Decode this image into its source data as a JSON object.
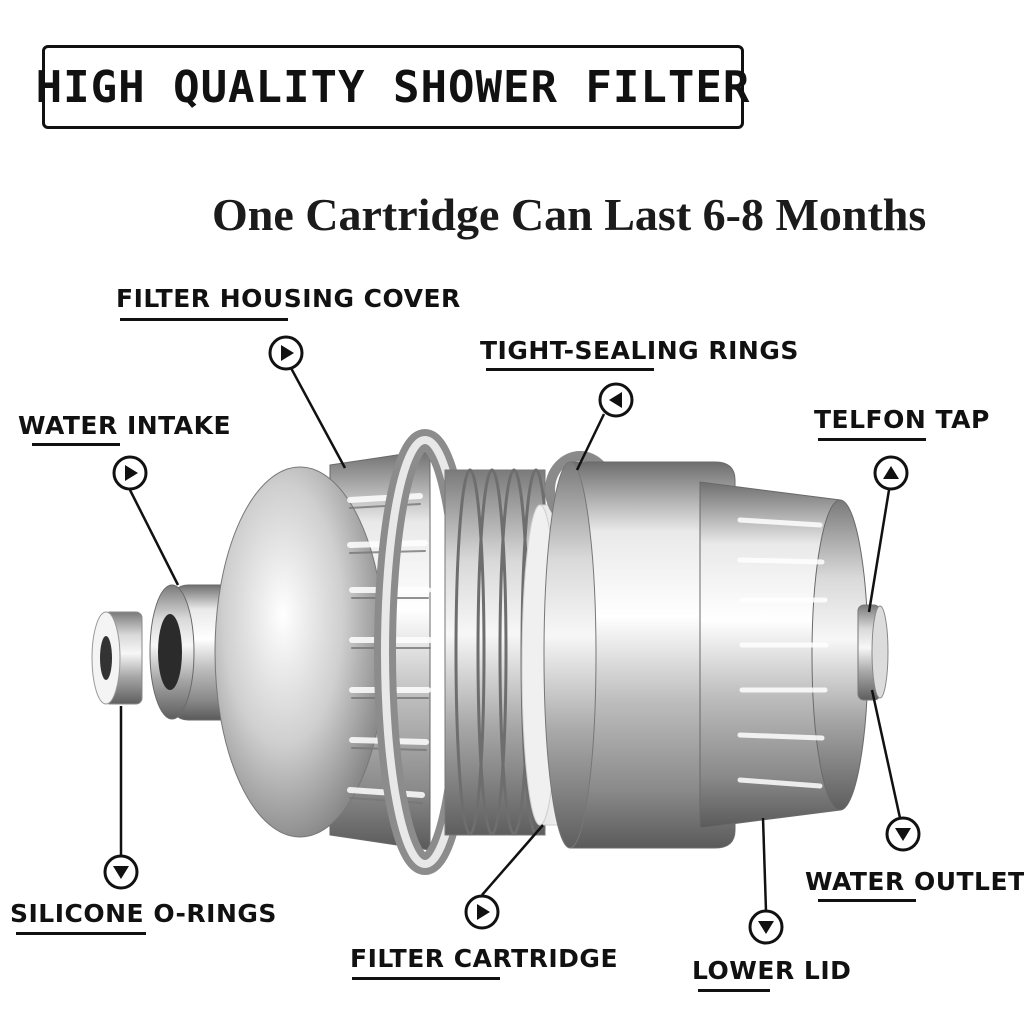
{
  "title": "HIGH QUALITY SHOWER FILTER",
  "subtitle": "One Cartridge Can Last 6-8 Months",
  "labels": {
    "filter_housing_cover": "FILTER HOUSING COVER",
    "tight_sealing_rings": "TIGHT-SEALING RINGS",
    "water_intake": "WATER INTAKE",
    "telfon_tap": "TELFON TAP",
    "silicone_o_rings": "SILICONE O-RINGS",
    "filter_cartridge": "FILTER CARTRIDGE",
    "water_outlet": "WATER OUTLET",
    "lower_lid": "LOWER LID"
  },
  "colors": {
    "text": "#111111",
    "metal_light": "#f2f2f2",
    "metal_mid": "#b5b5b5",
    "metal_dark": "#6e6e6e",
    "cartridge": "#fafafa"
  }
}
